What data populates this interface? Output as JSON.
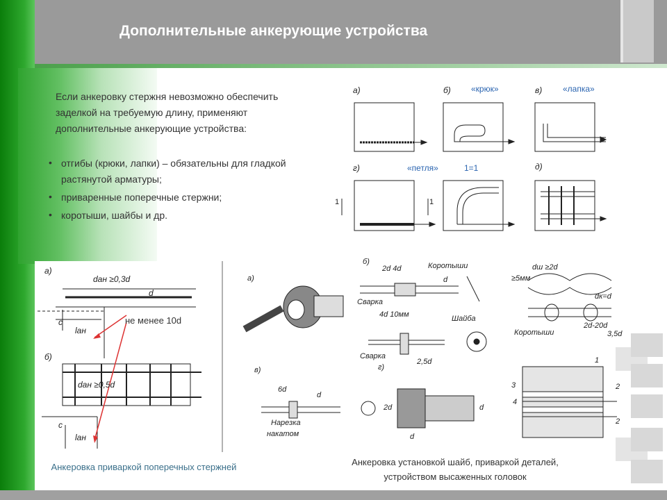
{
  "slide": {
    "title": "Дополнительные анкерующие устройства",
    "intro": "Если анкеровку стержня невозможно обеспечить заделкой на требуемую длину, применяют дополнительные анкерующие устройства:",
    "bullets": [
      "отгибы (крюки, лапки) – обязательны для гладкой растянутой арматуры;",
      "приваренные поперечные стержни;",
      "коротыши, шайбы и др."
    ],
    "caption_left": "Анкеровка приваркой поперечных стержней",
    "caption_right": "Анкеровка установкой шайб, приваркой деталей, устройством высаженных головок"
  },
  "top_figure": {
    "panel_a": "а)",
    "panel_b": "б)",
    "panel_v": "в)",
    "panel_g": "г)",
    "panel_d": "д)",
    "label_hook": "«крюк»",
    "label_lapka": "«лапка»",
    "label_loop": "«петля»",
    "section_label": "1=1",
    "mark_1": "1"
  },
  "left_figure": {
    "panel_a": "а)",
    "panel_b": "б)",
    "formula_a": "dан ≥0,3d",
    "formula_b": "dан ≥0,5d",
    "dim_d": "d",
    "dim_c": "c",
    "dim_lan": "lан",
    "annotation": "не менее 10d"
  },
  "right_figure": {
    "panel_a": "а)",
    "panel_b": "б)",
    "panel_v": "в)",
    "panel_g": "г)",
    "dim_2d4d": "2d  4d",
    "korotysh": "Коротыши",
    "svarka1": "Сварка",
    "dim_4d10": "4d   10мм",
    "shaiba": "Шайба",
    "svarka2": "Сварка",
    "dim_25d": "2,5d",
    "dim_d": "d",
    "dim_dsh": "dш ≥2d",
    "dim_5mm": "≥5мм",
    "dim_dk": "dк=d",
    "korotysh2": "Коротыши",
    "dim_2d20d": "2d-20d",
    "dim_3d": "3,5d",
    "dim_6d": "6d",
    "narezka": "Нарезка",
    "nakatom": "накатом",
    "dim_2d": "2d",
    "mark_1": "1",
    "mark_2": "2",
    "mark_3": "3",
    "mark_4": "4"
  }
}
